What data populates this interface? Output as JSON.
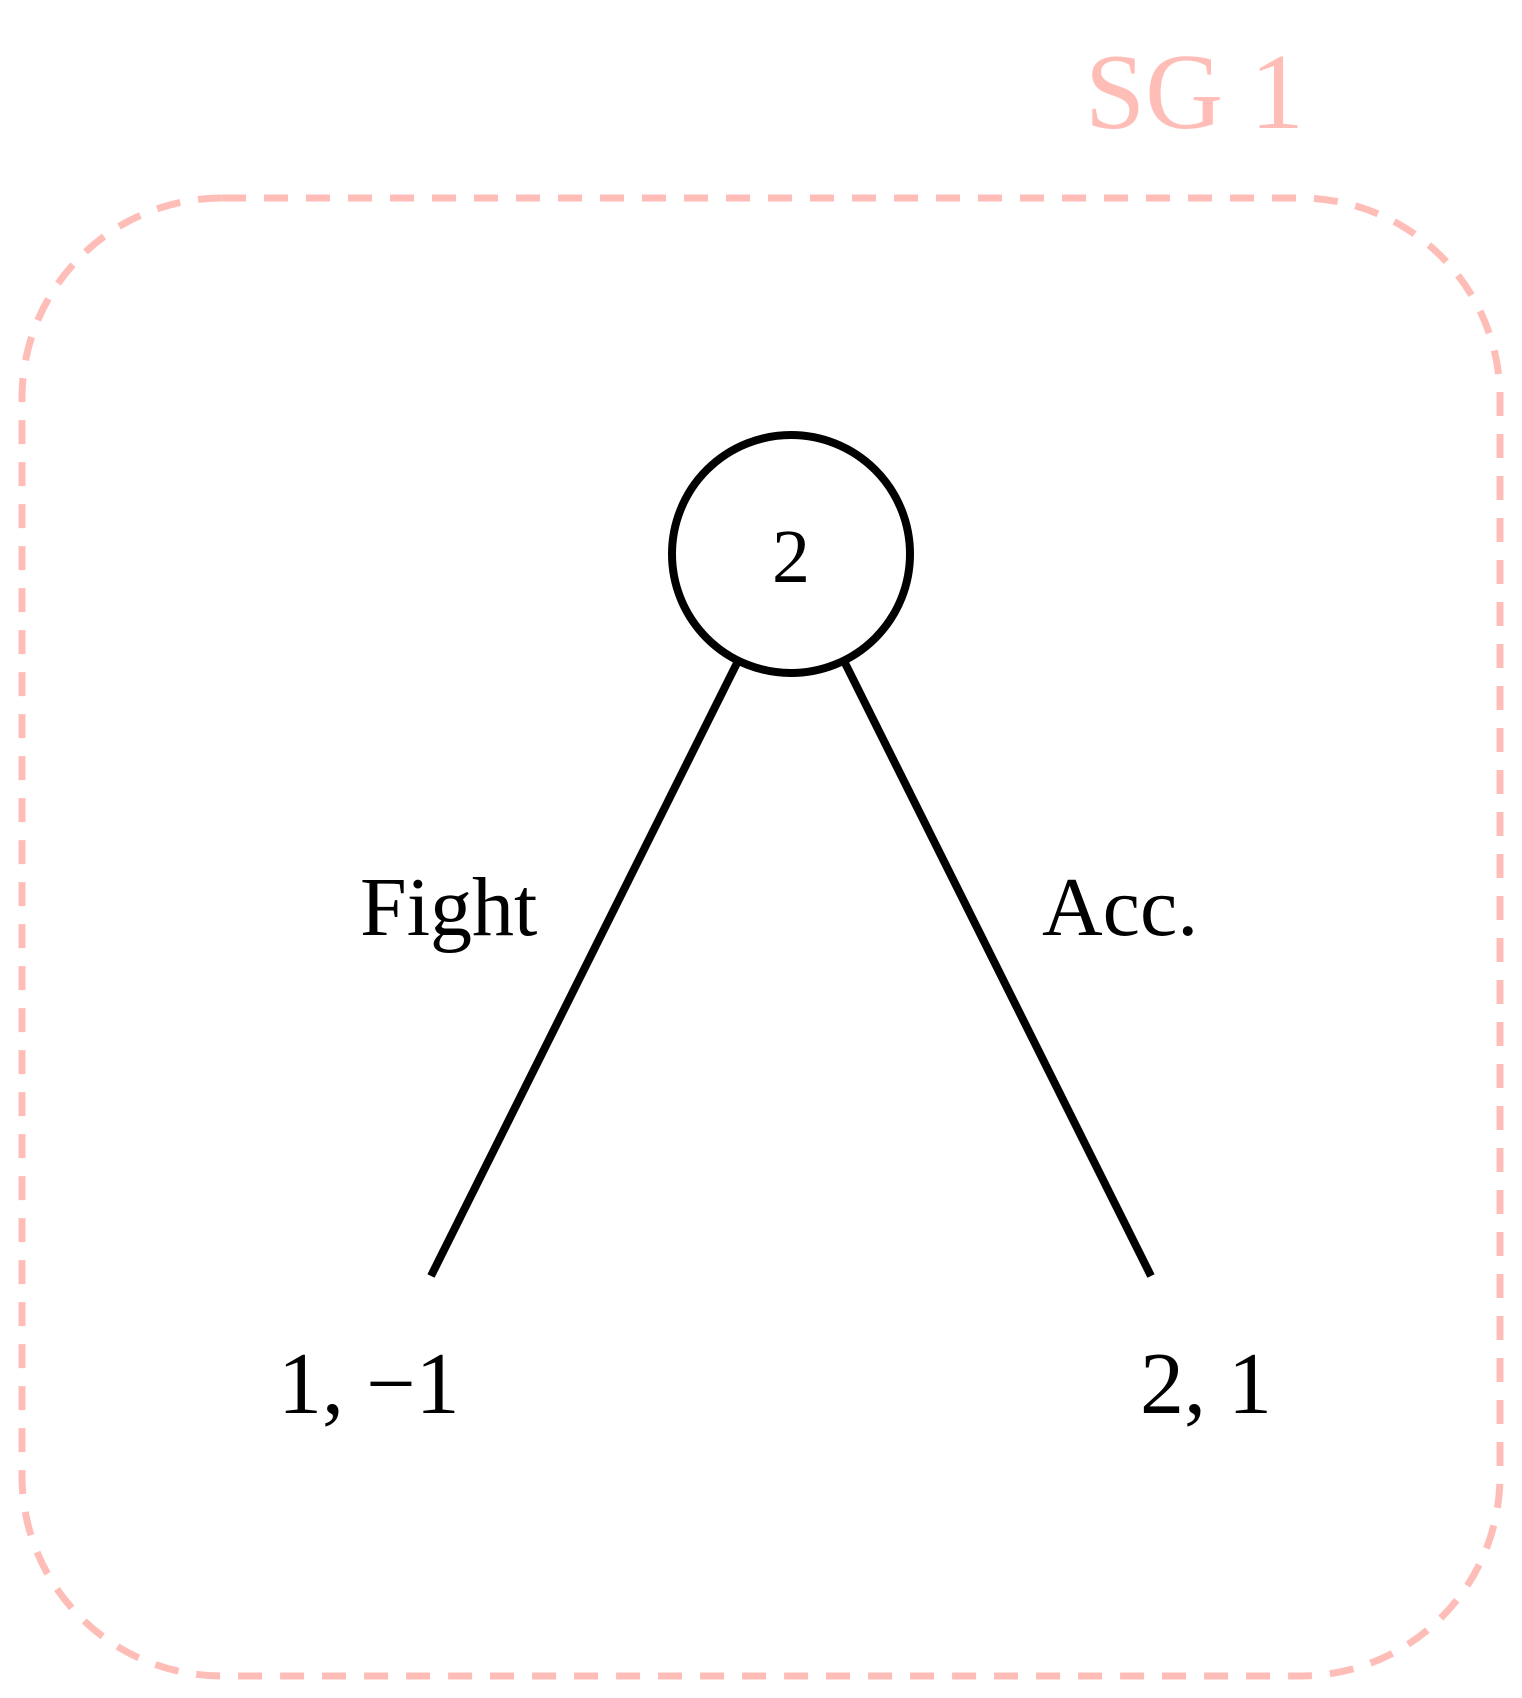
{
  "subgame": {
    "label": "SG 1",
    "color": "#ffbdb8"
  },
  "tree": {
    "root_player": "2",
    "edges": [
      {
        "action": "Fight",
        "payoff": "1, −1"
      },
      {
        "action": "Acc.",
        "payoff": "2, 1"
      }
    ]
  },
  "colors": {
    "line": "#000000",
    "text": "#000000"
  }
}
